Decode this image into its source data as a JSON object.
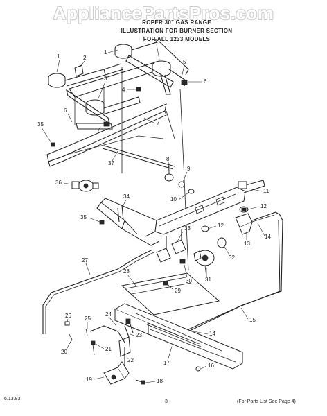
{
  "watermark": "AppliancePartsPros.com",
  "title": {
    "line1": "ROPER 30\" GAS RANGE",
    "line2": "ILLUSTRATION FOR BURNER SECTION",
    "line3": "FOR ALL 1233 MODELS"
  },
  "footer": {
    "date": "6.13.83",
    "page": "3",
    "parts_note": "(For Parts List See Page 4)"
  },
  "callouts": [
    "1",
    "1",
    "2",
    "3",
    "3",
    "4",
    "5",
    "6",
    "6",
    "7",
    "7",
    "8",
    "9",
    "10",
    "11",
    "12",
    "12",
    "13",
    "14",
    "14",
    "15",
    "16",
    "17",
    "18",
    "19",
    "20",
    "21",
    "22",
    "23",
    "24",
    "25",
    "26",
    "27",
    "28",
    "29",
    "30",
    "31",
    "32",
    "33",
    "34",
    "35",
    "35",
    "36",
    "37"
  ]
}
